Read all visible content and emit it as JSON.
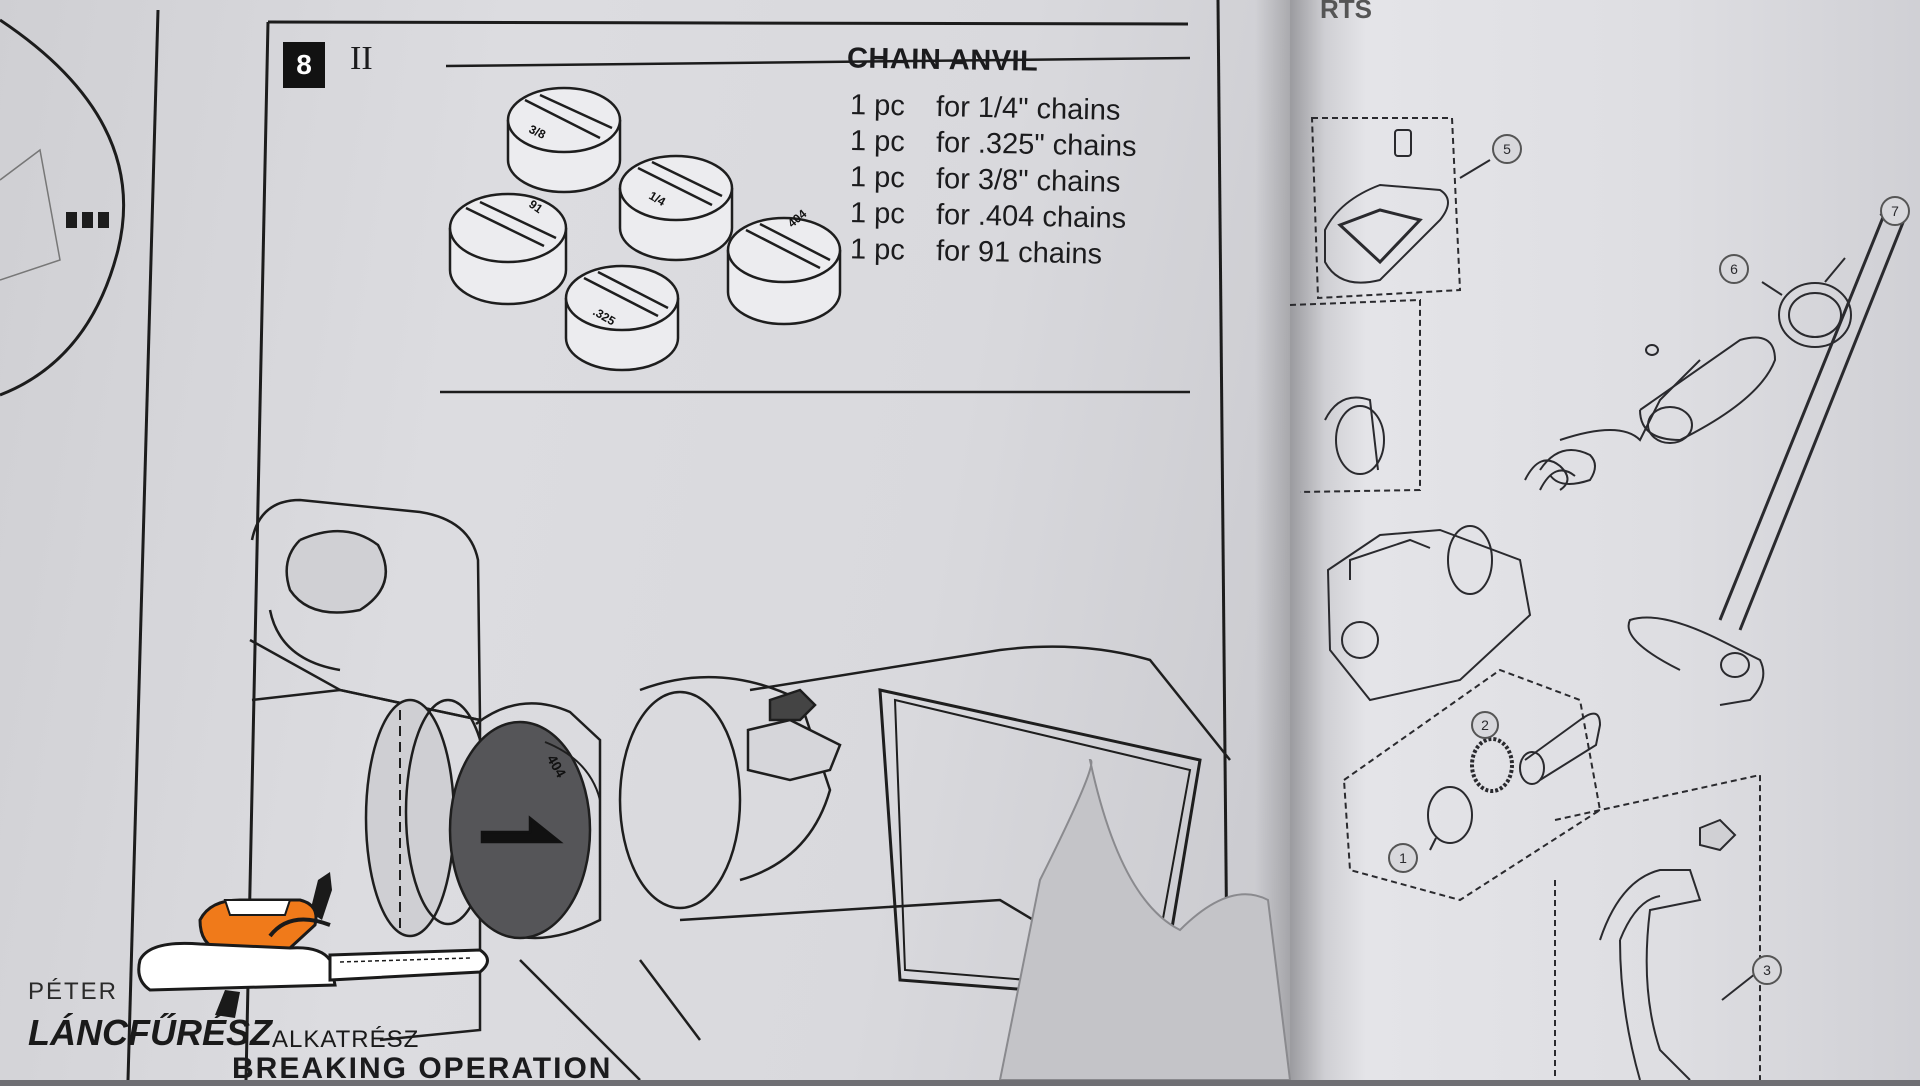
{
  "manual": {
    "step_number": "8",
    "step_roman": "II",
    "anvil_title": "CHAIN ANVIL",
    "spec_rows": [
      {
        "qty": "1 pc",
        "desc": "for 1/4\" chains"
      },
      {
        "qty": "1 pc",
        "desc": "for .325\" chains"
      },
      {
        "qty": "1 pc",
        "desc": "for 3/8\"  chains"
      },
      {
        "qty": "1 pc",
        "desc": "for .404 chains"
      },
      {
        "qty": "1 pc",
        "desc": "for 91 chains"
      }
    ],
    "anvil_labels": [
      "3/8",
      "91",
      "1/4",
      ".325",
      "404"
    ],
    "mounted_anvil_label": "404",
    "bottom_heading": "BREAKING OPERATION",
    "parts_tab": "RTS"
  },
  "parts_callouts": [
    "5",
    "7",
    "6",
    "2",
    "1",
    "3"
  ],
  "logo": {
    "line1": "PÉTER",
    "line2": "LÁNCFŰRÉSZ",
    "line3": "ALKATRÉSZ"
  }
}
